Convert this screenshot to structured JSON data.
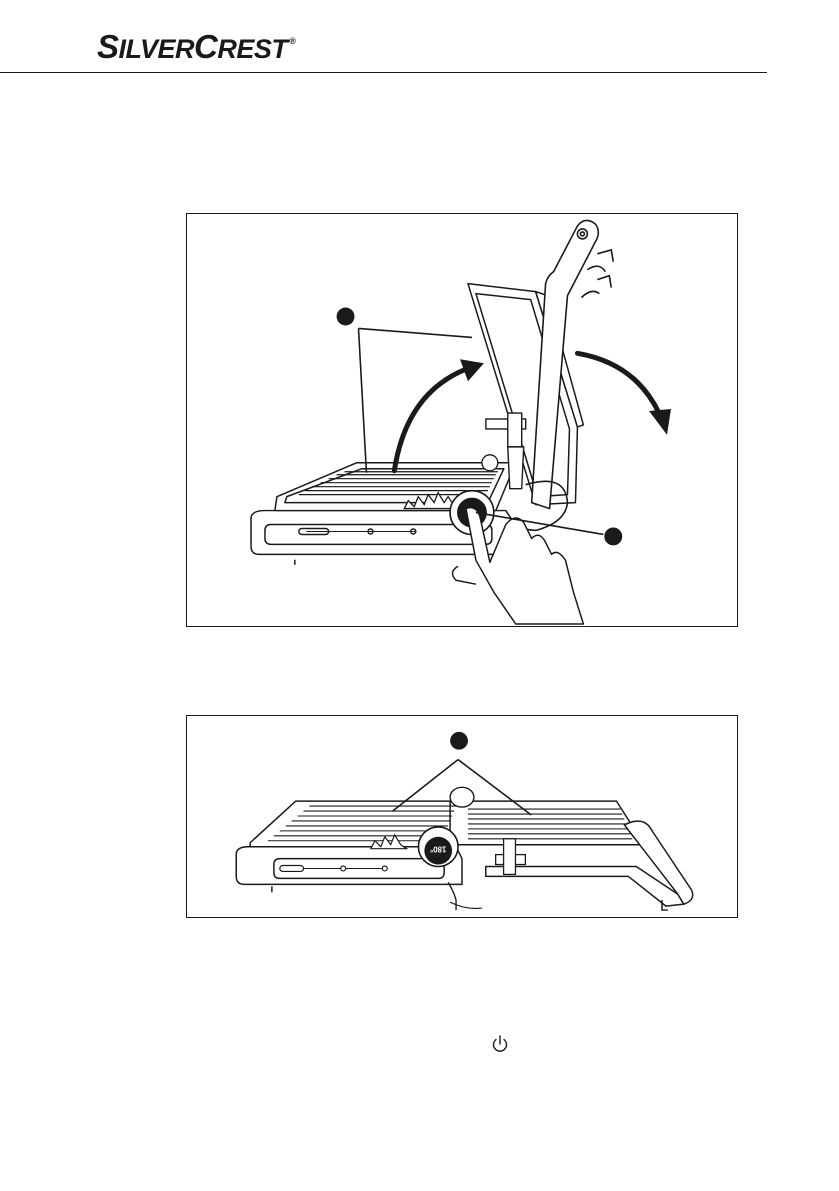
{
  "header": {
    "brand_s": "S",
    "brand_ilver": "ILVER",
    "brand_c": "C",
    "brand_rest": "REST",
    "brand_registered": "®"
  },
  "figure2": {
    "dial_label": "180°"
  },
  "icons": {
    "power": "power-icon"
  }
}
